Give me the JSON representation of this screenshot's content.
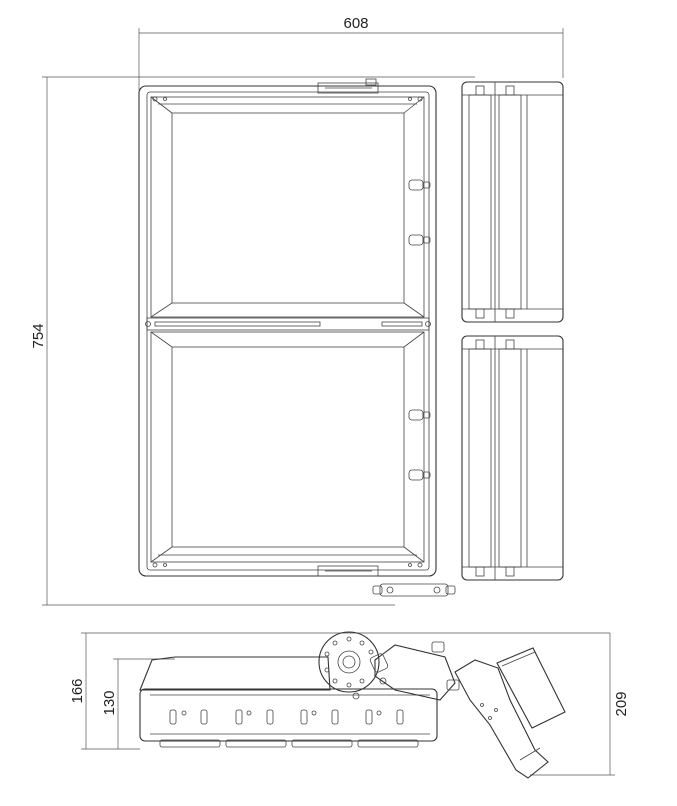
{
  "dimensions": {
    "top_width": "608",
    "total_height": "754",
    "side_h1": "166",
    "side_h2": "130",
    "side_h3": "209"
  },
  "colors": {
    "line": "#333333",
    "panel": "#f4f4f4",
    "background": "#ffffff"
  }
}
